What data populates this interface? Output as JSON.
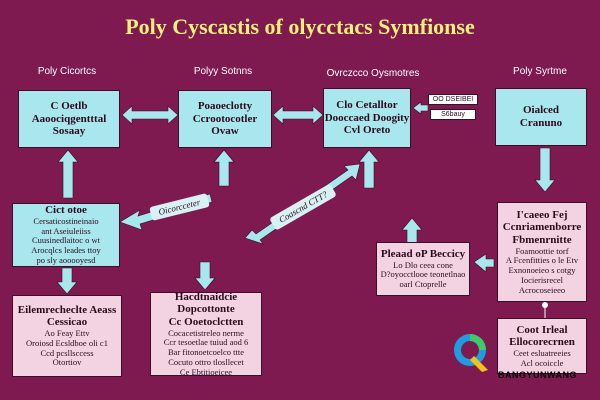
{
  "title": "Poly Cyscastis of olycctacs Symfionse",
  "column_headers": [
    "Poly Cicortcs",
    "Polyy Sotnns",
    "Ovrczcco Oysmotres",
    "Poly Syrtme"
  ],
  "boxes": {
    "b1": {
      "bold": [
        "C  Oetlb",
        "Aaoociqgentttal",
        "Sosaay"
      ],
      "small": []
    },
    "b2": {
      "bold": [
        "Poaoeclotty",
        "Ccrootocotler",
        "Ovaw"
      ],
      "small": []
    },
    "b3": {
      "bold": [
        "Clo Cetalltor",
        "Dooccaed Doogity",
        "Cvl Oreto"
      ],
      "small": []
    },
    "b4": {
      "bold": [
        "Oialced",
        "Cranuno"
      ],
      "small": []
    },
    "b5": {
      "bold": [
        "Cict  otoe"
      ],
      "small": [
        "Cersaticostineinaio",
        "ant  Aseiuleiiss",
        "Cuusinedlaitoc o  wt",
        "Arocqlcs leades ttoy",
        "po sly  aooooyesd"
      ]
    },
    "b6": {
      "bold": [
        "Eilemrecheclte  Aeass",
        "Cessicao"
      ],
      "small": [
        "Ao  Feay  Ettv",
        "Oroiosd  Ecsldboe  oli c1",
        "Ccd  pcsllsccess",
        "Otortiov"
      ]
    },
    "b7": {
      "bold": [
        "Hacdtnaidcie  Dopcottonte",
        "Cc  Ooetoclctten"
      ],
      "small": [
        "Cocacetistreleo  nerme",
        "Ccr  tesoetlae  tuiud aod 6",
        "Bar  fitonoetcoelco ttte",
        "Cocuto ottro tlosllecet",
        "Ce  Ebtitioeicee"
      ]
    },
    "b8": {
      "bold": [
        "Pleaad  oP  Beccicy"
      ],
      "small": [
        "Lo  Dlo  ceea  cone",
        "D?oyocctlooe  teonetlnao",
        "oarl Ctoprelle"
      ]
    },
    "b9": {
      "bold": [
        "I'caeeo  Fej",
        "Ccnriamenborre",
        "Fbmenrnitte"
      ],
      "small": [
        "Foamoottie  torf",
        "A  Fcenfitties  o le Etv",
        "Exnonoeieo s  cotgy",
        "Iocierisrecel",
        "Acrocoseieeo"
      ]
    },
    "b10": {
      "bold": [
        "Coot  Irleal",
        "Ellocorecrnen"
      ],
      "small": [
        "Ceet  esluatreeies",
        "Acl  ocoiccle"
      ]
    }
  },
  "pills": [
    "OO DSEIBEI",
    "S6bauy"
  ],
  "diagonal_labels": [
    "Oicorcceter",
    "Coascnd  CTT?"
  ],
  "watermark": {
    "text": "BANGYUNWANG",
    "icon": "q-logo-icon"
  },
  "colors": {
    "background": "#7e1a4f",
    "title": "#f7f07a",
    "box_cyan": "#a9e7ef",
    "box_pink": "#f3d3e2",
    "arrow": "#a9e7ef"
  }
}
